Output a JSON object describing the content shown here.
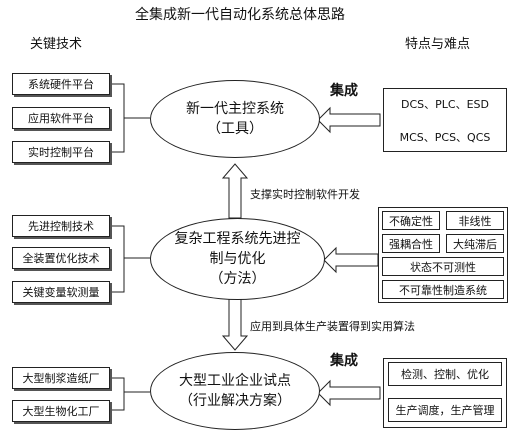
{
  "title": "全集成新一代自动化系统总体思路",
  "left_header": "关键技术",
  "right_header": "特点与难点",
  "left_groups": [
    [
      "系统硬件平台",
      "应用软件平台",
      "实时控制平台"
    ],
    [
      "先进控制技术",
      "全装置优化技术",
      "关键变量软测量"
    ],
    [
      "大型制浆造纸厂",
      "大型生物化工厂"
    ]
  ],
  "ellipses": [
    [
      "新一代主控系统",
      "（工具）"
    ],
    [
      "复杂工程系统先进控",
      "制与优化",
      "（方法）"
    ],
    [
      "大型工业企业试点",
      "（行业解决方案）"
    ]
  ],
  "integration_label": "集成",
  "top_right_boxes": [
    "DCS、PLC、ESD",
    "MCS、PCS、QCS"
  ],
  "mid_right_rows": [
    [
      "不确定性",
      "非线性"
    ],
    [
      "强耦合性",
      "大纯滞后"
    ],
    [
      "状态不可测性"
    ],
    [
      "不可靠性制造系统"
    ]
  ],
  "bottom_right_boxes": [
    "检测、控制、优化",
    "生产调度，生产管理"
  ],
  "arrow_labels": [
    "支撑实时控制软件开发",
    "应用到具体生产装置得到实用算法"
  ]
}
